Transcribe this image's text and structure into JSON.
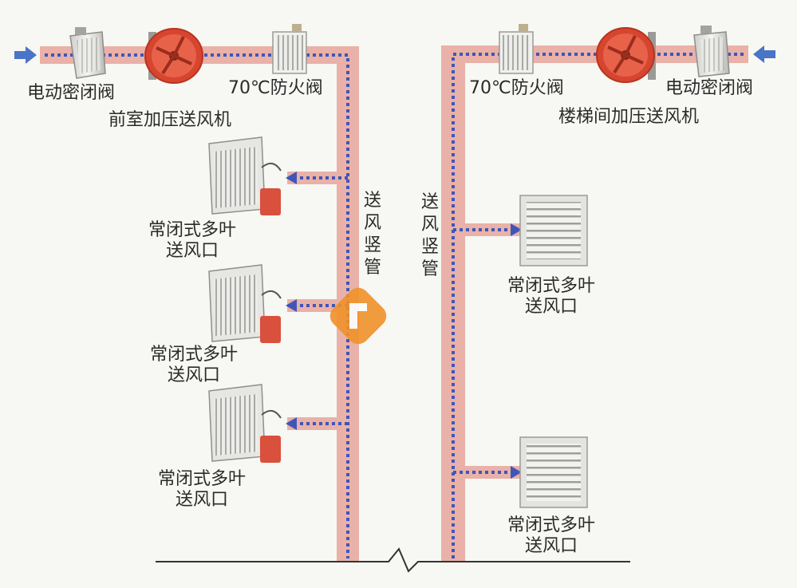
{
  "left_system": {
    "intake_damper_label": "电动密闭阀",
    "fan_label": "前室加压送风机",
    "fire_damper_label": "70℃防火阀",
    "riser_label": "送风竖管",
    "outlets": [
      {
        "line1": "常闭式多叶",
        "line2": "送风口"
      },
      {
        "line1": "常闭式多叶",
        "line2": "送风口"
      },
      {
        "line1": "常闭式多叶",
        "line2": "送风口"
      }
    ]
  },
  "right_system": {
    "intake_damper_label": "电动密闭阀",
    "fan_label": "楼梯间加压送风机",
    "fire_damper_label": "70℃防火阀",
    "riser_label": "送风竖管",
    "outlets": [
      {
        "line1": "常闭式多叶",
        "line2": "送风口"
      },
      {
        "line1": "常闭式多叶",
        "line2": "送风口"
      }
    ]
  },
  "colors": {
    "duct": "#e9b1a8",
    "flow_dashes": "#3f56b8",
    "inlet_arrow": "#4a74c6",
    "fan_red": "#d64530",
    "actuator_red": "#d9503c",
    "grille": "#e6e6e2"
  }
}
